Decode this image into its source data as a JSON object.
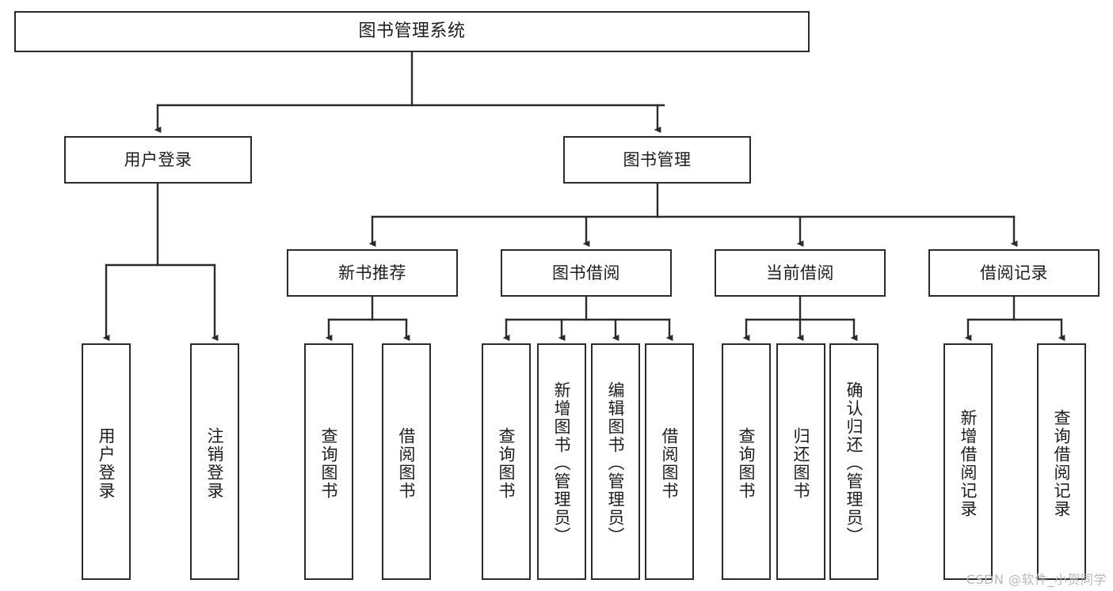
{
  "diagram": {
    "title": "图书管理系统",
    "watermark": "CSDN @软件_小贺同学",
    "line_color": "#2b2b2b",
    "box_fill": "#ffffff",
    "text_color": "#1d1d1d",
    "watermark_color": "#b9b9b9",
    "nodes": {
      "root": "图书管理系统",
      "level2": {
        "user_login": "用户登录",
        "book_manage": "图书管理"
      },
      "level3": {
        "new_book_recommend": "新书推荐",
        "book_borrow": "图书借阅",
        "current_borrow": "当前借阅",
        "borrow_record": "借阅记录"
      },
      "level4": {
        "user_login_children": [
          "用户登录",
          "注销登录"
        ],
        "new_book_recommend_children": [
          "查询图书",
          "借阅图书"
        ],
        "book_borrow_children": [
          "查询图书",
          "新增图书（管理员）",
          "编辑图书（管理员）",
          "借阅图书"
        ],
        "current_borrow_children": [
          "查询图书",
          "归还图书",
          "确认归还（管理员）"
        ],
        "borrow_record_children": [
          "新增借阅记录",
          "查询借阅记录"
        ]
      }
    }
  }
}
